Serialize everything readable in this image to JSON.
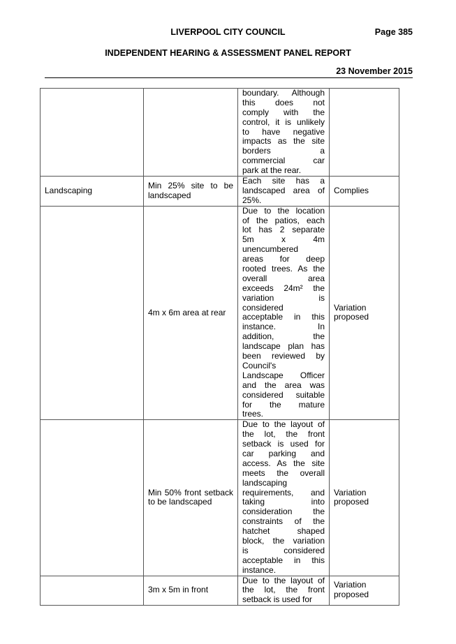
{
  "header": {
    "council": "LIVERPOOL CITY COUNCIL",
    "page": "Page 385",
    "panel": "INDEPENDENT HEARING & ASSESSMENT PANEL REPORT",
    "date": "23 November 2015"
  },
  "rows": [
    {
      "element": "",
      "requirement": "",
      "comment_lines": [
        "boundary. Although",
        "this does not",
        "comply with the",
        "control, it is unlikely",
        "to have negative",
        "impacts as the site",
        "borders a",
        "commercial car",
        "park at the rear."
      ],
      "status": ""
    },
    {
      "element": "Landscaping",
      "requirement": "Min 25% site to be landscaped",
      "comment_lines": [
        "Each site has a",
        "landscaped area of",
        "25%."
      ],
      "status": "Complies"
    },
    {
      "element": "",
      "requirement": "4m x 6m area at rear",
      "comment_lines": [
        "Due to the location",
        "of the patios, each",
        "lot has 2 separate",
        "5m x 4m",
        "unencumbered",
        "areas for deep",
        "rooted trees. As the",
        "overall area",
        "exceeds 24m² the",
        "variation is",
        "considered",
        "acceptable in this",
        "instance. In",
        "addition, the",
        "landscape plan has",
        "been reviewed by",
        "Council's",
        "Landscape Officer",
        "and the area was",
        "considered suitable",
        "for the mature",
        "trees."
      ],
      "status": "Variation proposed"
    },
    {
      "element": "",
      "requirement": "Min 50% front setback to be landscaped",
      "comment_lines": [
        "Due to the layout of",
        "the lot, the front",
        "setback is used for",
        "car parking and",
        "access. As the site",
        "meets the overall",
        "landscaping",
        "requirements, and",
        "taking into",
        "consideration the",
        "constraints of the",
        "hatchet shaped",
        "block, the variation",
        "is considered",
        "acceptable in this",
        "instance."
      ],
      "status": "Variation proposed"
    },
    {
      "element": "",
      "requirement": "3m x 5m in front",
      "comment_lines": [
        "Due to the layout of",
        "the lot, the front",
        "setback is used for"
      ],
      "status": "Variation proposed"
    }
  ]
}
